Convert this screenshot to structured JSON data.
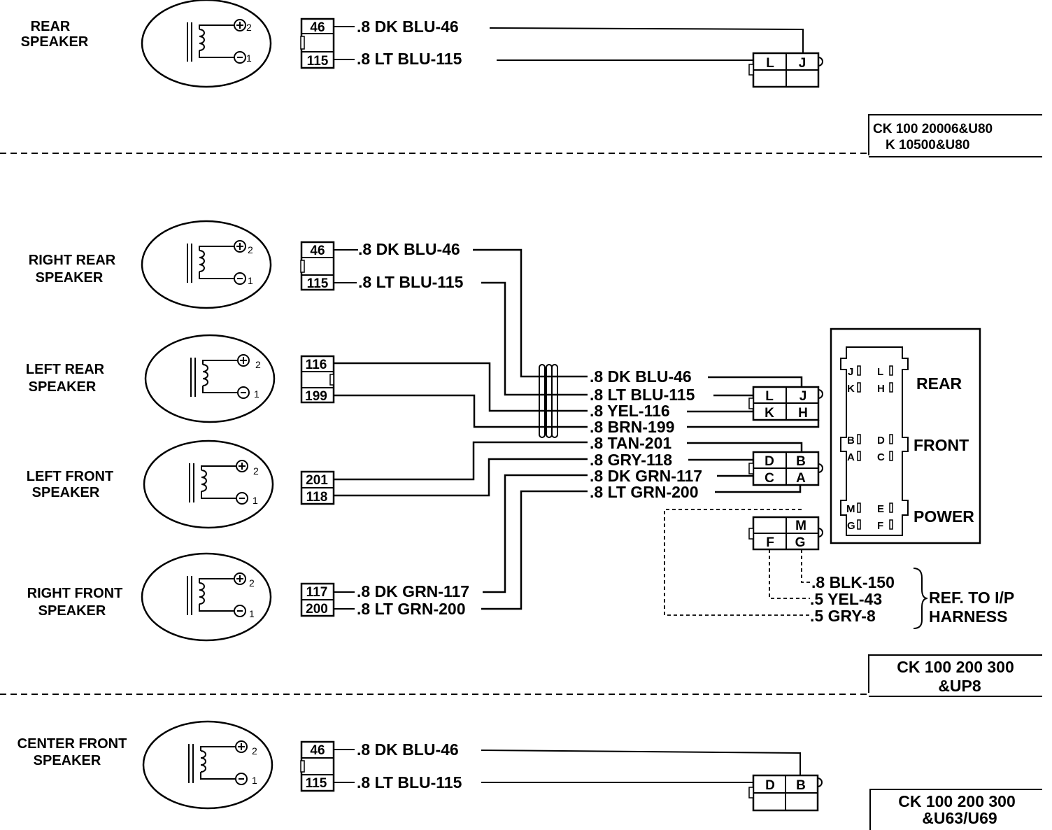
{
  "sections": {
    "rear": {
      "speaker_lines": [
        "REAR",
        "SPEAKER"
      ],
      "terminals": [
        "46",
        "115"
      ],
      "wires": [
        ".8 DK BLU-46",
        ".8 LT BLU-115"
      ],
      "connector_pins": [
        "L",
        "J"
      ],
      "option_box": [
        "CK 100 20006&U80",
        "K 10500&U80"
      ]
    },
    "main": {
      "speakers": [
        {
          "lines": [
            "RIGHT REAR",
            "SPEAKER"
          ],
          "terminals": [
            "46",
            "115"
          ],
          "wires": [
            ".8 DK BLU-46",
            ".8 LT BLU-115"
          ]
        },
        {
          "lines": [
            "LEFT REAR",
            "SPEAKER"
          ],
          "terminals": [
            "116",
            "199"
          ]
        },
        {
          "lines": [
            "LEFT FRONT",
            "SPEAKER"
          ],
          "terminals": [
            "201",
            "118"
          ]
        },
        {
          "lines": [
            "RIGHT FRONT",
            "SPEAKER"
          ],
          "terminals": [
            "117",
            "200"
          ],
          "wires": [
            ".8 DK GRN-117",
            ".8 LT GRN-200"
          ]
        }
      ],
      "harness_wires": [
        ".8 DK BLU-46",
        ".8 LT BLU-115",
        ".8 YEL-116",
        ".8 BRN-199",
        ".8 TAN-201",
        ".8 GRY-118",
        ".8 DK GRN-117",
        ".8 LT GRN-200"
      ],
      "connector_rear_pins": [
        "L",
        "J",
        "K",
        "H"
      ],
      "connector_front_pins": [
        "D",
        "B",
        "C",
        "A"
      ],
      "connector_power_pins": [
        "M",
        "F",
        "G"
      ],
      "ip_wires": [
        ".8 BLK-150",
        ".5 YEL-43",
        ".5 GRY-8"
      ],
      "ip_ref": [
        "REF. TO I/P",
        "HARNESS"
      ],
      "radio": {
        "pins_left": [
          "J",
          "K",
          "B",
          "A",
          "M",
          "G"
        ],
        "pins_right": [
          "L",
          "H",
          "D",
          "C",
          "E",
          "F"
        ],
        "labels": [
          "REAR",
          "FRONT",
          "POWER"
        ]
      },
      "option_box": [
        "CK 100 200 300",
        "&UP8"
      ]
    },
    "center": {
      "speaker_lines": [
        "CENTER FRONT",
        "SPEAKER"
      ],
      "terminals": [
        "46",
        "115"
      ],
      "wires": [
        ".8 DK BLU-46",
        ".8 LT BLU-115"
      ],
      "connector_pins": [
        "D",
        "B"
      ],
      "option_box": [
        "CK 100 200 300",
        "&U63/U69"
      ]
    }
  },
  "polarity": {
    "plus_pin": "2",
    "minus_pin": "1"
  }
}
